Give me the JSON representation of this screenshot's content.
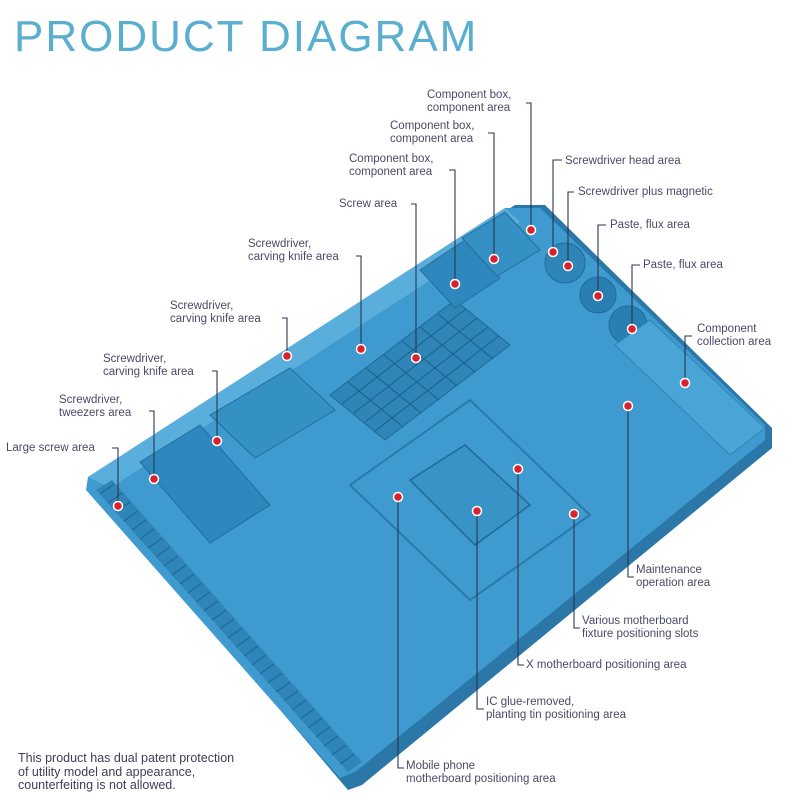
{
  "title": "PRODUCT DIAGRAM",
  "colors": {
    "title": "#5aaed0",
    "mat": "#3f9bcf",
    "mat_dark": "#2e7fb0",
    "mat_light": "#6bb8e0",
    "leader": "#2a3550",
    "marker": "#d8232f"
  },
  "labels": [
    {
      "id": "component-box-1",
      "lines": [
        "Component box,",
        "component area"
      ]
    },
    {
      "id": "component-box-2",
      "lines": [
        "Component box,",
        "component area"
      ]
    },
    {
      "id": "component-box-3",
      "lines": [
        "Component box,",
        "component area"
      ]
    },
    {
      "id": "screwdriver-head",
      "lines": [
        "Screwdriver head area"
      ]
    },
    {
      "id": "screwdriver-magnetic",
      "lines": [
        "Screwdriver plus magnetic"
      ]
    },
    {
      "id": "paste-flux-1",
      "lines": [
        "Paste, flux area"
      ]
    },
    {
      "id": "paste-flux-2",
      "lines": [
        "Paste, flux area"
      ]
    },
    {
      "id": "screw-area",
      "lines": [
        "Screw area"
      ]
    },
    {
      "id": "screwdriver-knife-1",
      "lines": [
        "Screwdriver,",
        "carving knife area"
      ]
    },
    {
      "id": "screwdriver-knife-2",
      "lines": [
        "Screwdriver,",
        "carving knife area"
      ]
    },
    {
      "id": "screwdriver-knife-3",
      "lines": [
        "Screwdriver,",
        "carving knife area"
      ]
    },
    {
      "id": "screwdriver-tweezers",
      "lines": [
        "Screwdriver,",
        "tweezers area"
      ]
    },
    {
      "id": "large-screw",
      "lines": [
        "Large screw area"
      ]
    },
    {
      "id": "component-collection",
      "lines": [
        "Component",
        "collection area"
      ]
    },
    {
      "id": "maintenance",
      "lines": [
        "Maintenance",
        "operation area"
      ]
    },
    {
      "id": "fixture-slots",
      "lines": [
        "Various motherboard",
        "fixture positioning slots"
      ]
    },
    {
      "id": "x-motherboard",
      "lines": [
        "X motherboard positioning area"
      ]
    },
    {
      "id": "ic-glue",
      "lines": [
        "IC glue-removed,",
        "planting tin positioning area"
      ]
    },
    {
      "id": "mobile-motherboard",
      "lines": [
        "Mobile phone",
        "motherboard positioning area"
      ]
    }
  ],
  "footnote": {
    "line1": "This product has dual patent protection",
    "line2": "of utility model and appearance,",
    "line3": "counterfeiting is not allowed."
  }
}
